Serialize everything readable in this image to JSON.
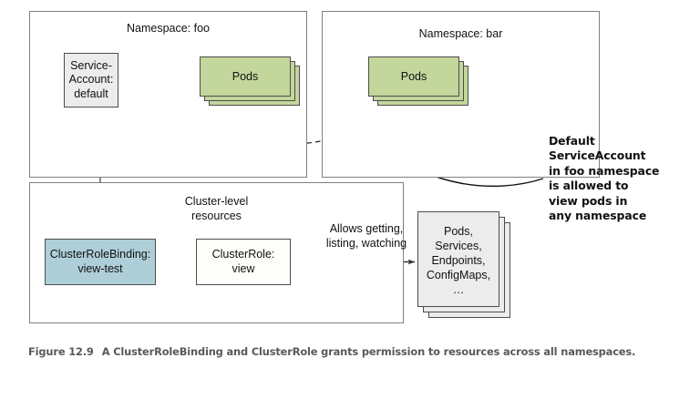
{
  "figure": {
    "namespaces": [
      {
        "title": "Namespace: foo",
        "pods_label": "Pods",
        "serviceaccount_label": "Service-\nAccount:\ndefault"
      },
      {
        "title": "Namespace: bar",
        "pods_label": "Pods"
      }
    ],
    "cluster": {
      "title": "Cluster-level\nresources",
      "clusterrolebinding_label": "ClusterRoleBinding:\nview-test",
      "clusterrole_label": "ClusterRole:\nview",
      "allows_label": "Allows getting,\nlisting, watching",
      "resources_label": "Pods,\nServices,\nEndpoints,\nConfigMaps,\n…"
    },
    "annotation": "Default\nServiceAccount\nin foo namespace\nis allowed to\nview pods in\nany namespace",
    "caption": {
      "number": "Figure 12.9",
      "text": "A ClusterRoleBinding and ClusterRole grants permission to resources across all namespaces."
    },
    "colors": {
      "pods_fill": "#c3d69b",
      "clusterrolebinding_fill": "#aecfd8",
      "serviceaccount_fill": "#ececec",
      "resources_fill": "#ececec",
      "container_border": "#808080",
      "node_border": "#4d4d4d",
      "caption_text": "#595959",
      "connector": "#333333"
    }
  }
}
